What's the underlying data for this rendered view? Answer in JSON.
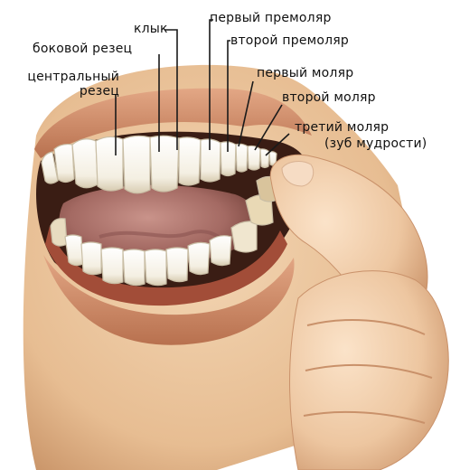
{
  "labels": {
    "central_incisor": "центральный\nрезец",
    "lateral_incisor": "боковой резец",
    "canine": "клык",
    "first_premolar": "первый премоляр",
    "second_premolar": "второй премоляр",
    "first_molar": "первый моляр",
    "second_molar": "второй моляр",
    "third_molar_line1": "третий моляр",
    "third_molar_line2": "(зуб мудрости)"
  },
  "colors": {
    "skin": "#e8c39c",
    "skin_shadow": "#c98f62",
    "lip": "#d79873",
    "lip_dark": "#b06a4a",
    "mouth_dark": "#3a1d14",
    "tongue": "#b77d73",
    "tongue_dark": "#8a5450",
    "gum": "#a24d38",
    "tooth": "#fbf7ee",
    "tooth_shade": "#dcd2bd",
    "leader_line": "#1a1a1a"
  }
}
